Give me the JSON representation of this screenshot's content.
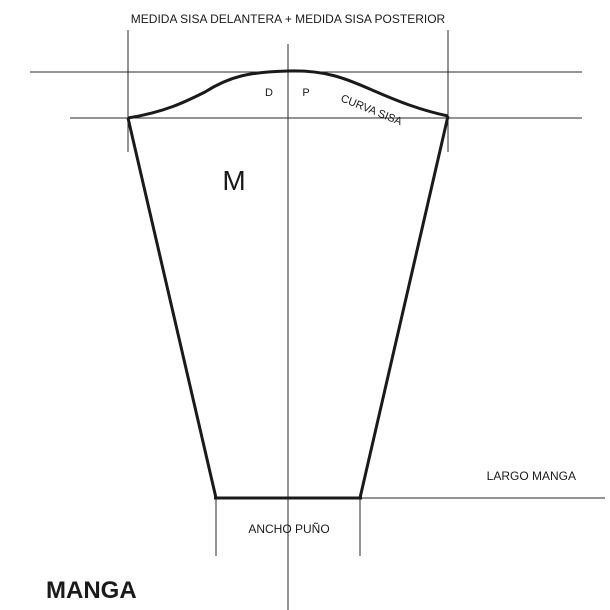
{
  "diagram": {
    "top_measure_label": "MEDIDA SISA DELANTERA + MEDIDA SISA POSTERIOR",
    "front_label": "D",
    "back_label": "P",
    "curve_label": "CURVA SISA",
    "piece_letter": "M",
    "length_label": "LARGO MANGA",
    "cuff_label": "ANCHO PUÑO",
    "title": "MANGA"
  }
}
